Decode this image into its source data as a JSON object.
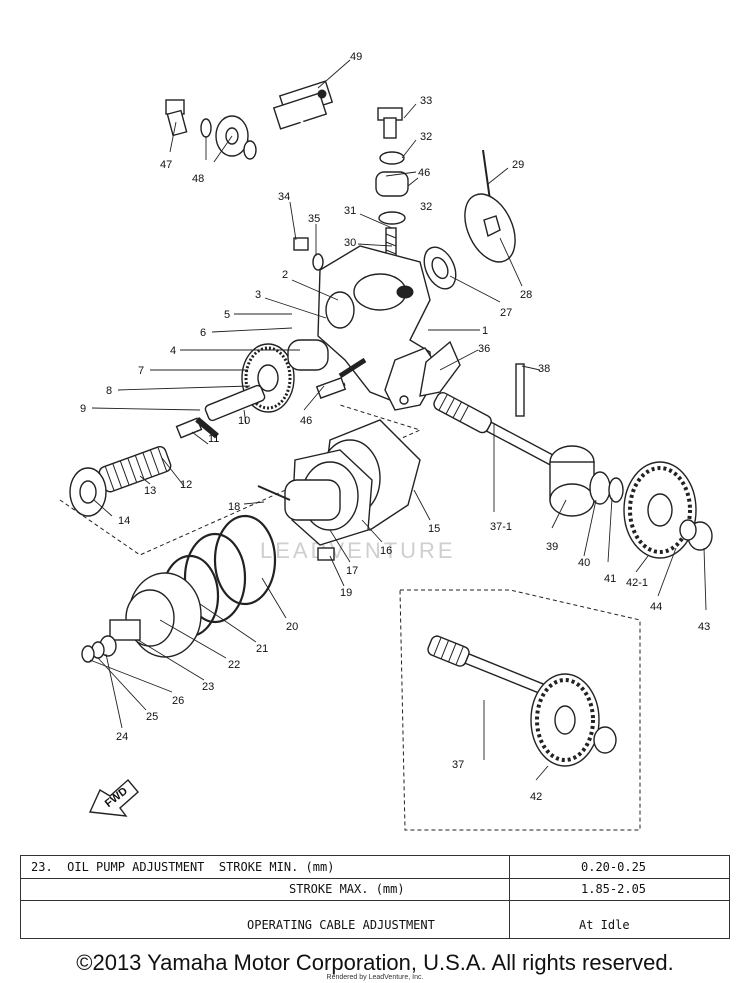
{
  "diagram": {
    "callouts": [
      "1",
      "2",
      "3",
      "4",
      "5",
      "6",
      "7",
      "8",
      "9",
      "10",
      "11",
      "12",
      "13",
      "14",
      "15",
      "16",
      "17",
      "18",
      "19",
      "20",
      "21",
      "22",
      "23",
      "24",
      "25",
      "26",
      "27",
      "28",
      "29",
      "30",
      "31",
      "32",
      "32",
      "33",
      "34",
      "35",
      "36",
      "37-1",
      "38",
      "39",
      "40",
      "41",
      "42-1",
      "43",
      "44",
      "46",
      "46",
      "47",
      "48",
      "49",
      "37",
      "42"
    ],
    "watermark": "LEADVENTURE",
    "fwd_label": "FWD"
  },
  "table": {
    "rows": [
      {
        "label": "23.  OIL PUMP ADJUSTMENT  STROKE MIN. (mm)",
        "value": "0.20-0.25"
      },
      {
        "label": "STROKE MAX. (mm)",
        "value": "1.85-2.05"
      },
      {
        "label": "OPERATING CABLE ADJUSTMENT",
        "value": "At Idle"
      }
    ]
  },
  "footer": {
    "copyright": "©2013 Yamaha Motor Corporation, U.S.A. All rights reserved.",
    "rendered_by": "Rendered by LeadVenture, Inc."
  }
}
